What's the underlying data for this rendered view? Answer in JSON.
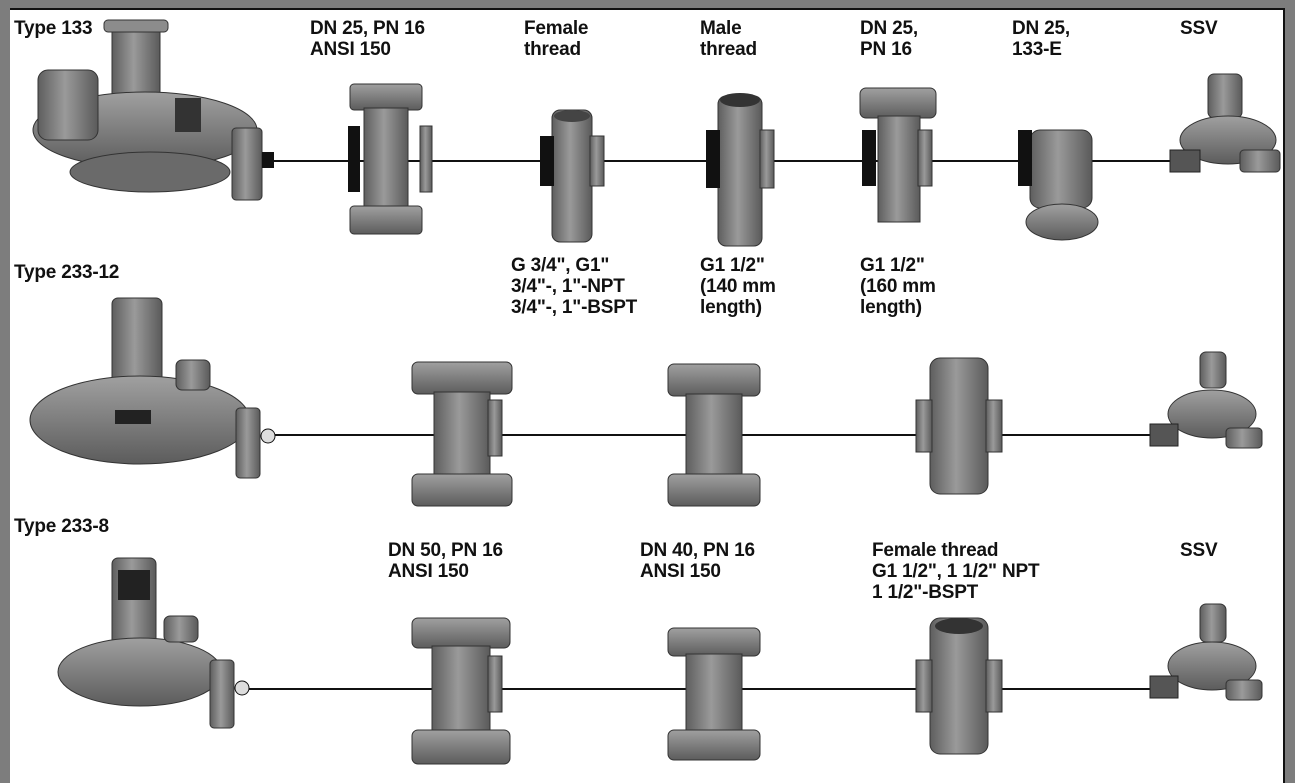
{
  "rows": [
    {
      "type_label": "Type 133",
      "items": [
        {
          "label": "DN 25, PN 16\nANSI 150",
          "sub": ""
        },
        {
          "label": "Female\nthread",
          "sub": "G 3/4\", G1\"\n3/4\"-, 1\"-NPT\n3/4\"-, 1\"-BSPT"
        },
        {
          "label": "Male\nthread",
          "sub": "G1 1/2\"\n(140 mm\nlength)"
        },
        {
          "label": "DN 25,\nPN 16",
          "sub": "G1 1/2\"\n(160 mm\nlength)"
        },
        {
          "label": "DN 25,\n133-E",
          "sub": ""
        },
        {
          "label": "SSV",
          "sub": ""
        }
      ]
    },
    {
      "type_label": "Type 233-12",
      "items": []
    },
    {
      "type_label": "Type 233-8",
      "items": [
        {
          "label": "DN 50, PN 16\nANSI 150"
        },
        {
          "label": "DN 40, PN 16\nANSI 150"
        },
        {
          "label": "Female thread\nG1 1/2\", 1 1/2\" NPT\n1 1/2\"-BSPT"
        },
        {
          "label": "SSV"
        }
      ]
    }
  ],
  "colors": {
    "metal": "#8a8a8a",
    "metal_dark": "#5a5a5a",
    "metal_light": "#b5b5b5",
    "pipe": "#111111"
  }
}
